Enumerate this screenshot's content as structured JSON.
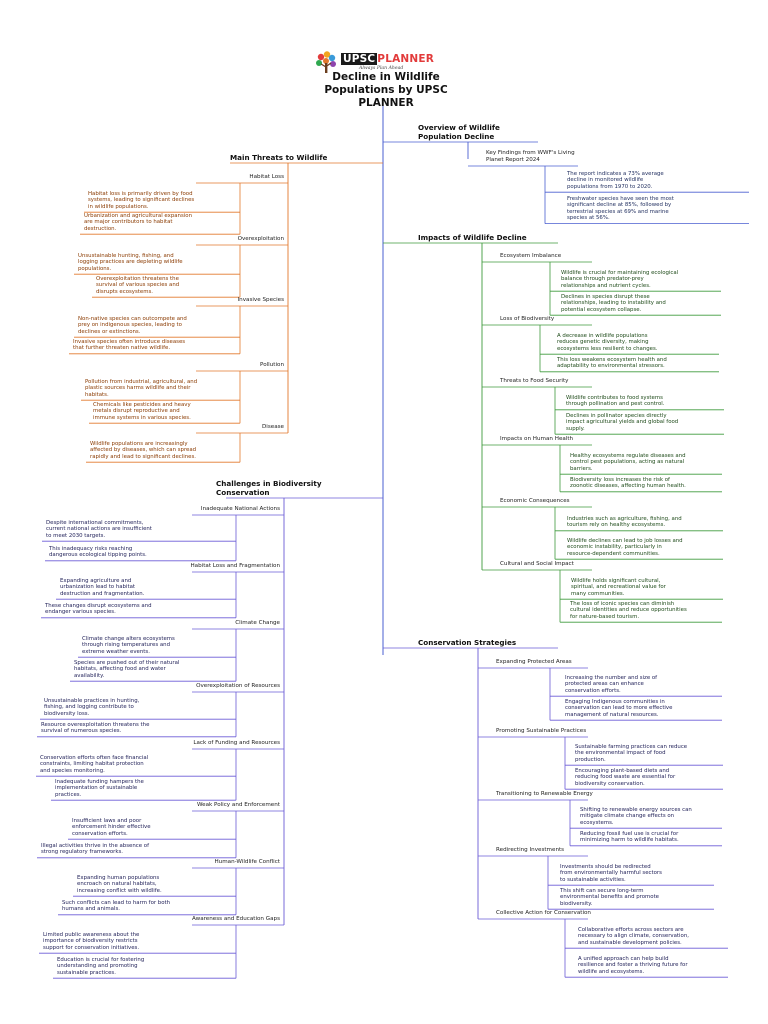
{
  "logo": {
    "brand_a": "UPSC",
    "brand_b": "PLANNER",
    "tagline": "Always Plan Ahead"
  },
  "title": [
    "Decline in Wildlife",
    "Populations by UPSC",
    "PLANNER"
  ],
  "colors": {
    "orange": "#e2792c",
    "purple": "#6a5bd6",
    "blue": "#4a5fd0",
    "green": "#3f9a3c",
    "spine": "#4a5fd0"
  },
  "branches": [
    {
      "id": "threats",
      "side": "left",
      "color": "orange",
      "label": [
        "Main Threats to Wildlife"
      ],
      "topics": [
        {
          "label": "Habitat Loss",
          "leaves": [
            [
              "Habitat loss is primarily driven by food",
              "systems, leading to significant declines",
              "in wildlife populations."
            ],
            [
              "Urbanization and agricultural expansion",
              "are major contributors to habitat",
              "destruction."
            ]
          ]
        },
        {
          "label": "Overexploitation",
          "leaves": [
            [
              "Unsustainable hunting, fishing, and",
              "logging practices are depleting wildlife",
              "populations."
            ],
            [
              "Overexploitation threatens the",
              "survival of various species and",
              "disrupts ecosystems."
            ]
          ]
        },
        {
          "label": "Invasive Species",
          "leaves": [
            [
              "Non-native species can outcompete and",
              "prey on indigenous species, leading to",
              "declines or extinctions."
            ],
            [
              "Invasive species often introduce diseases",
              "that further threaten native wildlife."
            ]
          ]
        },
        {
          "label": "Pollution",
          "leaves": [
            [
              "Pollution from industrial, agricultural, and",
              "plastic sources harms wildlife and their",
              "habitats."
            ],
            [
              "Chemicals like pesticides and heavy",
              "metals disrupt reproductive and",
              "immune systems in various species."
            ]
          ]
        },
        {
          "label": "Disease",
          "leaves": [
            [
              "Wildlife populations are increasingly",
              "affected by diseases, which can spread",
              "rapidly and lead to significant declines."
            ]
          ]
        }
      ]
    },
    {
      "id": "challenges",
      "side": "left",
      "color": "purple",
      "label": [
        "Challenges in Biodiversity",
        "Conservation"
      ],
      "topics": [
        {
          "label": "Inadequate National Actions",
          "leaves": [
            [
              "Despite international commitments,",
              "current national actions are insufficient",
              "to meet 2030 targets."
            ],
            [
              "This inadequacy risks reaching",
              "dangerous ecological tipping points."
            ]
          ]
        },
        {
          "label": "Habitat Loss and Fragmentation",
          "leaves": [
            [
              "Expanding agriculture and",
              "urbanization lead to habitat",
              "destruction and fragmentation."
            ],
            [
              "These changes disrupt ecosystems and",
              "endanger various species."
            ]
          ]
        },
        {
          "label": "Climate Change",
          "leaves": [
            [
              "Climate change alters ecosystems",
              "through rising temperatures and",
              "extreme weather events."
            ],
            [
              "Species are pushed out of their natural",
              "habitats, affecting food and water",
              "availability."
            ]
          ]
        },
        {
          "label": "Overexploitation of Resources",
          "leaves": [
            [
              "Unsustainable practices in hunting,",
              "fishing, and logging contribute to",
              "biodiversity loss."
            ],
            [
              "Resource overexploitation threatens the",
              "survival of numerous species."
            ]
          ]
        },
        {
          "label": "Lack of Funding and Resources",
          "leaves": [
            [
              "Conservation efforts often face financial",
              "constraints, limiting habitat protection",
              "and species monitoring."
            ],
            [
              "Inadequate funding hampers the",
              "implementation of sustainable",
              "practices."
            ]
          ]
        },
        {
          "label": "Weak Policy and Enforcement",
          "leaves": [
            [
              "Insufficient laws and poor",
              "enforcement hinder effective",
              "conservation efforts."
            ],
            [
              "Illegal activities thrive in the absence of",
              "strong regulatory frameworks."
            ]
          ]
        },
        {
          "label": "Human-Wildlife Conflict",
          "leaves": [
            [
              "Expanding human populations",
              "encroach on natural habitats,",
              "increasing conflict with wildlife."
            ],
            [
              "Such conflicts can lead to harm for both",
              "humans and animals."
            ]
          ]
        },
        {
          "label": "Awareness and Education Gaps",
          "leaves": [
            [
              "Limited public awareness about the",
              "importance of biodiversity restricts",
              "support for conservation initiatives."
            ],
            [
              "Education is crucial for fostering",
              "understanding and promoting",
              "sustainable practices."
            ]
          ]
        }
      ]
    },
    {
      "id": "overview",
      "side": "right",
      "color": "blue",
      "label": [
        "Overview of Wildlife",
        "Population Decline"
      ],
      "topics": [
        {
          "label": [
            "Key Findings from WWF's Living",
            "Planet Report 2024"
          ],
          "leaves": [
            [
              "The report indicates a 73% average",
              "decline in monitored wildlife",
              "populations from 1970 to 2020."
            ],
            [
              "Freshwater species have seen the most",
              "significant decline at 85%, followed by",
              "terrestrial species at 69% and marine",
              "species at 56%."
            ]
          ]
        }
      ]
    },
    {
      "id": "impacts",
      "side": "right",
      "color": "green",
      "label": [
        "Impacts of Wildlife Decline"
      ],
      "topics": [
        {
          "label": "Ecosystem Imbalance",
          "leaves": [
            [
              "Wildlife is crucial for maintaining ecological",
              "balance through predator-prey",
              "relationships and nutrient cycles."
            ],
            [
              "Declines in species disrupt these",
              "relationships, leading to instability and",
              "potential ecosystem collapse."
            ]
          ]
        },
        {
          "label": "Loss of Biodiversity",
          "leaves": [
            [
              "A decrease in wildlife populations",
              "reduces genetic diversity, making",
              "ecosystems less resilient to changes."
            ],
            [
              "This loss weakens ecosystem health and",
              "adaptability to environmental stressors."
            ]
          ]
        },
        {
          "label": "Threats to Food Security",
          "leaves": [
            [
              "Wildlife contributes to food systems",
              "through pollination and pest control."
            ],
            [
              "Declines in pollinator species directly",
              "impact agricultural yields and global food",
              "supply."
            ]
          ]
        },
        {
          "label": "Impacts on Human Health",
          "leaves": [
            [
              "Healthy ecosystems regulate diseases and",
              "control pest populations, acting as natural",
              "barriers."
            ],
            [
              "Biodiversity loss increases the risk of",
              "zoonotic diseases, affecting human health."
            ]
          ]
        },
        {
          "label": "Economic Consequences",
          "leaves": [
            [
              "Industries such as agriculture, fishing, and",
              "tourism rely on healthy ecosystems."
            ],
            [
              "Wildlife declines can lead to job losses and",
              "economic instability, particularly in",
              "resource-dependent communities."
            ]
          ]
        },
        {
          "label": "Cultural and Social Impact",
          "leaves": [
            [
              "Wildlife holds significant cultural,",
              "spiritual, and recreational value for",
              "many communities."
            ],
            [
              "The loss of iconic species can diminish",
              "cultural identities and reduce opportunities",
              "for nature-based tourism."
            ]
          ]
        }
      ]
    },
    {
      "id": "strategies",
      "side": "right",
      "color": "purple",
      "label": [
        "Conservation Strategies"
      ],
      "topics": [
        {
          "label": "Expanding Protected Areas",
          "leaves": [
            [
              "Increasing the number and size of",
              "protected areas can enhance",
              "conservation efforts."
            ],
            [
              "Engaging Indigenous communities in",
              "conservation can lead to more effective",
              "management of natural resources."
            ]
          ]
        },
        {
          "label": "Promoting Sustainable Practices",
          "leaves": [
            [
              "Sustainable farming practices can reduce",
              "the environmental impact of food",
              "production."
            ],
            [
              "Encouraging plant-based diets and",
              "reducing food waste are essential for",
              "biodiversity conservation."
            ]
          ]
        },
        {
          "label": "Transitioning to Renewable Energy",
          "leaves": [
            [
              "Shifting to renewable energy sources can",
              "mitigate climate change effects on",
              "ecosystems."
            ],
            [
              "Reducing fossil fuel use is crucial for",
              "minimizing harm to wildlife habitats."
            ]
          ]
        },
        {
          "label": "Redirecting Investments",
          "leaves": [
            [
              "Investments should be redirected",
              "from environmentally harmful sectors",
              "to sustainable activities."
            ],
            [
              "This shift can secure long-term",
              "environmental benefits and promote",
              "biodiversity."
            ]
          ]
        },
        {
          "label": "Collective Action for Conservation",
          "leaves": [
            [
              "Collaborative efforts across sectors are",
              "necessary to align climate, conservation,",
              "and sustainable development policies."
            ],
            [
              "A unified approach can help build",
              "resilience and foster a thriving future for",
              "wildlife and ecosystems."
            ]
          ]
        }
      ]
    }
  ]
}
